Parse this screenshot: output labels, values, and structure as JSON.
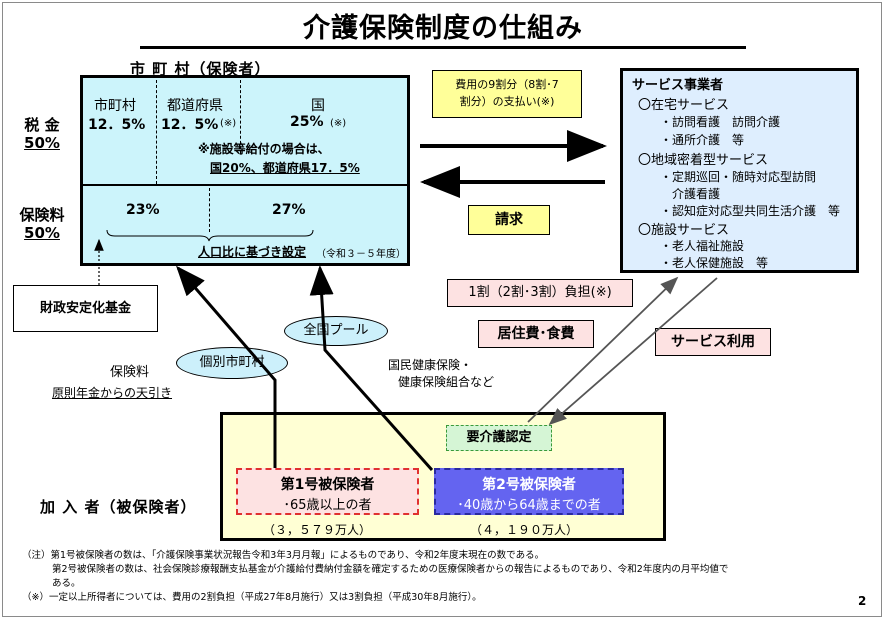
{
  "title": "介護保険制度の仕組み",
  "municipality": {
    "header": "市 町 村（保険者）",
    "tax_label": "税 金",
    "tax_pct": "50%",
    "premium_label": "保険料",
    "premium_pct": "50%",
    "cols": [
      {
        "name": "市町村",
        "value": "12．5%",
        "mark": ""
      },
      {
        "name": "都道府県",
        "value": "12．5%",
        "mark": "(※)"
      },
      {
        "name": "国",
        "value": "25%",
        "mark": "(※)"
      }
    ],
    "facility_note_1": "※施設等給付の場合は、",
    "facility_note_2": "国20%、都道府県17．5%",
    "premium_1": "23%",
    "premium_2": "27%",
    "population_note": "人口比に基づき設定",
    "population_period": "（令和３－５年度）"
  },
  "fund": "財政安定化基金",
  "payment_box": "費用の9割分（8割･7割分）の支払い(※)",
  "payment_box_line1": "費用の9割分（8割･7",
  "payment_box_line2": "割分）の支払い(※)",
  "claim_box": "請求",
  "provider": {
    "header": "サービス事業者",
    "lines": [
      "〇在宅サービス",
      "・訪問看護　訪問介護",
      "・通所介護　等",
      "〇地域密着型サービス",
      "・定期巡回・随時対応型訪問",
      "介護看護",
      "・認知症対応型共同生活介護　等",
      "〇施設サービス",
      "・老人福祉施設",
      "・老人保健施設　等"
    ]
  },
  "copay": "1割（2割･3割）負担(※)",
  "room_board": "居住費･食費",
  "service_use": "サービス利用",
  "national_pool": "全国プール",
  "individual_muni": "個別市町村",
  "health_insurance_1": "国民健康保険・",
  "health_insurance_2": "健康保険組合など",
  "premium_side_label": "保険料",
  "pension_deduction": "原則年金からの天引き",
  "insured": {
    "header": "加 入 者（被保険者）",
    "care_cert": "要介護認定",
    "type1_title": "第1号被保険者",
    "type1_desc": "･65歳以上の者",
    "type1_count": "（３，５７９万人）",
    "type2_title": "第2号被保険者",
    "type2_desc": "･40歳から64歳までの者",
    "type2_count": "（４，１９０万人）"
  },
  "notes": [
    "（注）第1号被保険者の数は、「介護保険事業状況報告令和3年3月月報」によるものであり、令和2年度末現在の数である。",
    "第2号被保険者の数は、社会保険診療報酬支払基金が介護給付費納付金額を確定するための医療保険者からの報告によるものであり、令和2年度内の月平均値で",
    "ある。",
    "（※）一定以上所得者については、費用の2割負担（平成27年8月施行）又は3割負担（平成30年8月施行）。"
  ],
  "page_number": "2"
}
